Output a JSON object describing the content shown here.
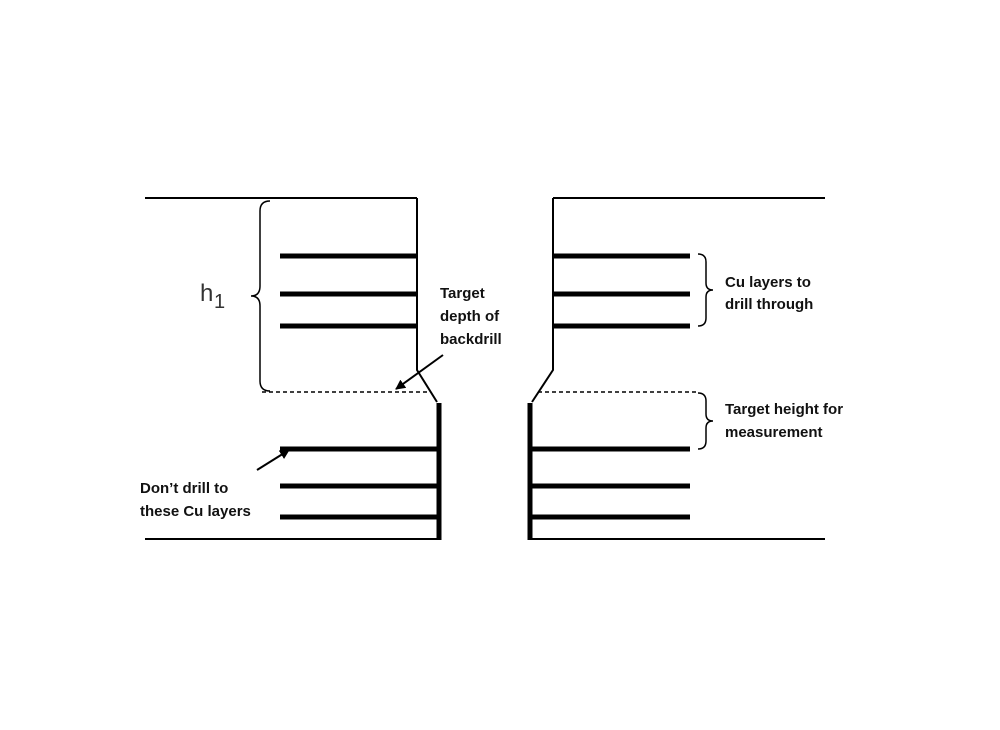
{
  "labels": {
    "h_symbol": "h",
    "h_subscript": "1",
    "target_depth": [
      "Target",
      "depth of",
      "backdrill"
    ],
    "cu_layers_through": [
      "Cu layers to",
      "drill through"
    ],
    "target_height": [
      "Target height for",
      "measurement"
    ],
    "dont_drill": [
      "Don’t drill to",
      "these Cu layers"
    ]
  },
  "colors": {
    "line": "#000000",
    "text": "#111111",
    "background": "#ffffff"
  }
}
